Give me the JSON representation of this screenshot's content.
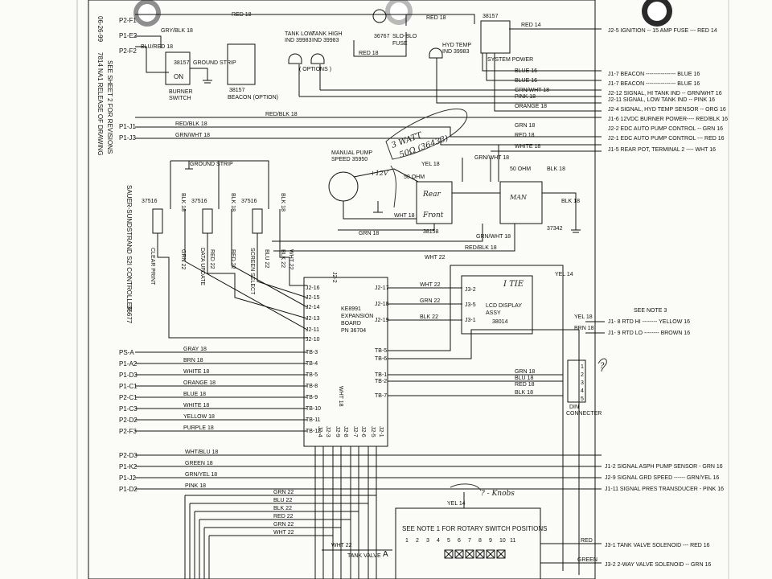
{
  "colors": {
    "ink": "#111111",
    "paper": "#fbfbf8",
    "pencil": "#333333",
    "hole": "#9a9a9a"
  },
  "side": {
    "date": "06-26-99",
    "rev": "7814",
    "rel": "NA1 RELEASE OF DRAWING",
    "sheet": "SEE SHEET 2 FOR REVISIONS",
    "title": "SAUER-SUNDSTRAND S2I CONTROLLER",
    "number": "36677"
  },
  "top": {
    "red18_a": "RED 18",
    "red18_b": "RED 18",
    "red14": "RED 14",
    "p2f1": "P2-F1",
    "p1e2": "P1-E2",
    "p2f2": "P2-F2",
    "gry_blk": "GRY/BLK 18",
    "blu_red": "BLU/RED 18",
    "c38157a": "38157",
    "on": "ON",
    "burner": "BURNER",
    "switch": "SWITCH",
    "ground_strip": "GROUND STRIP",
    "c38157b": "38157",
    "beacon": "BEACON (OPTION)",
    "tank_low": "TANK LOW",
    "ind_low": "IND 39983",
    "tank_high": "TANK HIGH",
    "ind_high": "IND 39983",
    "options": "( OPTIONS )",
    "c36767": "36767",
    "slo_blo": "SLO-BLO",
    "fuse": "FUSE",
    "hyd_temp": "HYD TEMP",
    "ind_hyd": "IND 39983",
    "red18_c": "RED 18",
    "c38157c": "38157",
    "system_power": "SYSTEM POWER",
    "red_blk": "RED/BLK 18"
  },
  "right_top": [
    {
      "wire": "",
      "label": "J2-5 IGNITION -- 15 AMP FUSE --- RED 14"
    },
    {
      "wire": "BLUE 16",
      "label": "J1-7 BEACON ---------------- BLUE 16"
    },
    {
      "wire": "BLUE 16",
      "label": "J1-7 BEACON ---------------- BLUE 16"
    },
    {
      "wire": "GRN/WHT 18",
      "label": "J2-12 SIGNAL, HI TANK IND -- GRN/WHT 16"
    },
    {
      "wire": "PINK 18",
      "label": "J2-11 SIGNAL, LOW TANK IND -- PINK 16"
    },
    {
      "wire": "ORANGE 18",
      "label": "J2-4 SIGNAL, HYD TEMP SENSOR -- ORG 16"
    },
    {
      "wire": "",
      "label": "J1-6 12VDC BURNER POWER---- RED/BLK 16"
    },
    {
      "wire": "GRN 18",
      "label": "J2-2 EDC AUTO PUMP CONTROL -- GRN 16"
    },
    {
      "wire": "RED 18",
      "label": "J2-1 EDC AUTO PUMP CONTROL --- RED 16"
    },
    {
      "wire": "WHITE 18",
      "label": "J1-5 REAR POT, TERMINAL 2 ---- WHT 16"
    }
  ],
  "mid": {
    "p1j1": "P1-J1",
    "p1j3": "P1-J3",
    "red_blk": "RED/BLK 18",
    "grn_wht": "GRN/WHT 18",
    "manual": "MANUAL PUMP",
    "speed": "SPEED 35950",
    "ground_strip": "GROUND STRIP",
    "hw_note": "3 WATT",
    "hw_note2": "50Ω (36433)",
    "hw_12v": "+12V",
    "yel18": "YEL 18",
    "ohm_a": "50 OHM",
    "ohm_b": "50 OHM",
    "blk18": "BLK 18",
    "rear": "Rear",
    "front": "Front",
    "c38158": "38158",
    "man": "MAN",
    "blk18b": "BLK 18",
    "c37342": "37342",
    "wht18": "WHT 18",
    "grn18": "GRN 18",
    "grn_wht2": "GRN/WHT 18",
    "red_blk2": "RED/BLK 18",
    "wht22": "WHT 22",
    "yel14": "YEL 14"
  },
  "switches": [
    {
      "num": "37516",
      "name": "CLEAR PRINT",
      "w1": "BLK 18",
      "w2": "GRN 22"
    },
    {
      "num": "37516",
      "name": "DATA UPDATE",
      "w1": "BLK 18",
      "w2": "RED 22"
    },
    {
      "num": "37516",
      "name": "SCREEN SELECT",
      "w1": "BLK 18",
      "w2": "BLK 22"
    }
  ],
  "sw_extra": {
    "grn22": "GRN 22",
    "red22": "RED 22",
    "wht22": "WHT 22",
    "blu22": "BLU 22"
  },
  "board": {
    "name1": "KE8991",
    "name2": "EXPANSION",
    "name3": "BOARD",
    "name4": "PN 36704",
    "j2": "J2-2",
    "left": [
      "J2-16",
      "J2-15",
      "J2-14",
      "J2-13",
      "J2-11",
      "J2-10",
      "TB-3",
      "TB-4",
      "TB-5",
      "TB-8",
      "TB-9",
      "TB-10",
      "TB-11",
      "TB-12"
    ],
    "right": [
      "J2-17",
      "J2-18",
      "J2-19",
      "TB-5",
      "TB-6",
      "TB-1",
      "TB-2",
      "TB-7"
    ],
    "bottom": [
      "J2-4",
      "J2-3",
      "J2-9",
      "J2-8",
      "J2-7",
      "J2-6",
      "J2-5",
      "J2-1"
    ],
    "wht18": "WHT 18"
  },
  "lcd": {
    "title": "I TIE",
    "j3_2": "J3-2",
    "j3_5": "J3-5",
    "j3_1": "J3-1",
    "name1": "LCD DISPLAY",
    "name2": "ASSY",
    "num": "38014",
    "w1": "WHT 22",
    "w2": "GRN 22",
    "w3": "BLK 22"
  },
  "right_mid": {
    "note": "SEE NOTE 3",
    "yel18": "YEL 18",
    "brn18": "BRN 18",
    "j1_8": "J1- 8 RTD HI -------- YELLOW 16",
    "j1_9": "J1- 9 RTD LO -------- BROWN 16",
    "grn18": "GRN 18",
    "blu18": "BLU 18",
    "red18": "RED 18",
    "blk18": "BLK 18",
    "din": "DIN",
    "connecter": "CONNECTER",
    "q": "?"
  },
  "left_rows": [
    {
      "pin": "PS-A",
      "wire": "GRAY 18"
    },
    {
      "pin": "P1-A2",
      "wire": "BRN 18"
    },
    {
      "pin": "P1-D3",
      "wire": "WHITE 18"
    },
    {
      "pin": "P1-C1",
      "wire": "ORANGE 18"
    },
    {
      "pin": "P2-C1",
      "wire": "BLUE 18"
    },
    {
      "pin": "P1-C3",
      "wire": "WHITE 18"
    },
    {
      "pin": "P2-D2",
      "wire": "YELLOW 18"
    },
    {
      "pin": "P2-F3",
      "wire": "PURPLE 18"
    }
  ],
  "low_rows": [
    {
      "pin": "P2-D3",
      "wire": "WHT/BLU 18",
      "label": ""
    },
    {
      "pin": "P1-K2",
      "wire": "GREEN 18",
      "label": "J1-2 SIGNAL ASPH PUMP SENSOR - GRN 16"
    },
    {
      "pin": "P1-J2",
      "wire": "GRN/YEL 18",
      "label": "J2-9 SIGNAL GRD SPEED ------ GRN/YEL 16"
    },
    {
      "pin": "P1-D2",
      "wire": "PINK 18",
      "label": "J1-11 SIGNAL PRES TRANSDUCER - PINK 16"
    }
  ],
  "bus22": [
    "GRN 22",
    "BLU 22",
    "BLK 22",
    "RED 22",
    "GRN 22",
    "WHT 22"
  ],
  "bottom": {
    "yel14": "YEL 14",
    "hw_knob": "? - Knobs",
    "note": "SEE NOTE 1 FOR ROTARY SWITCH POSITIONS",
    "nums": [
      "1",
      "2",
      "3",
      "4",
      "5",
      "6",
      "7",
      "8",
      "9",
      "10",
      "11"
    ],
    "wht22": "WHT 22",
    "tank_valve": "TANK VALVE",
    "a": "A",
    "red": "RED",
    "green": "GREEN",
    "j3_1": "J3-1 TANK VALVE SOLENOID --- RED 16",
    "j3_2": "J3-2 2-WAY VALVE SOLENOID -- GRN 16"
  }
}
